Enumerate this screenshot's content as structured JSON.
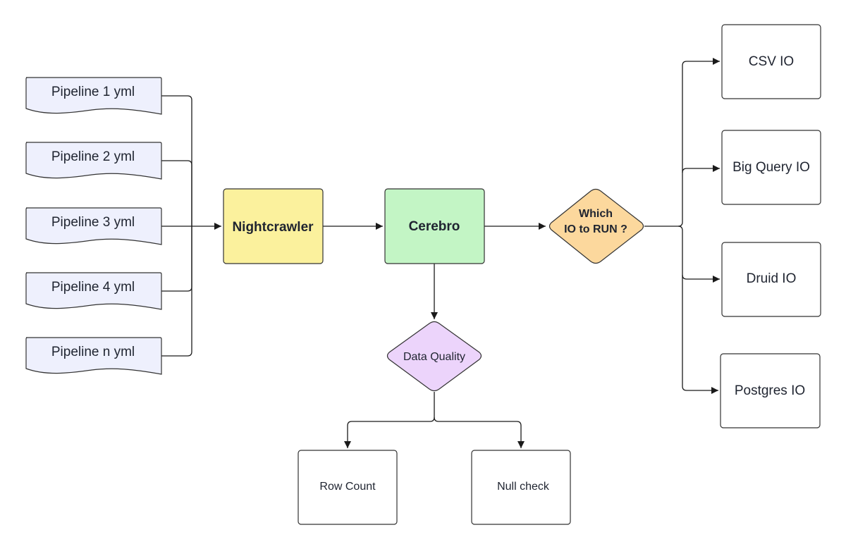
{
  "pipelines": [
    {
      "label": "Pipeline 1 yml"
    },
    {
      "label": "Pipeline 2 yml"
    },
    {
      "label": "Pipeline 3 yml"
    },
    {
      "label": "Pipeline 4 yml"
    },
    {
      "label": "Pipeline n yml"
    }
  ],
  "nightcrawler": {
    "label": "Nightcrawler",
    "color": "#fbf19d"
  },
  "cerebro": {
    "label": "Cerebro",
    "color": "#c3f5c5"
  },
  "which_io": {
    "line1": "Which",
    "line2": "IO to RUN ?",
    "color": "#fcd89d"
  },
  "data_quality": {
    "label": "Data Quality",
    "color": "#ecd4fb"
  },
  "checks": [
    {
      "label": "Row Count"
    },
    {
      "label": "Null check"
    }
  ],
  "outputs": [
    {
      "label": "CSV IO"
    },
    {
      "label": "Big Query IO"
    },
    {
      "label": "Druid IO"
    },
    {
      "label": "Postgres IO"
    }
  ],
  "doc_color": "#eef0fd"
}
